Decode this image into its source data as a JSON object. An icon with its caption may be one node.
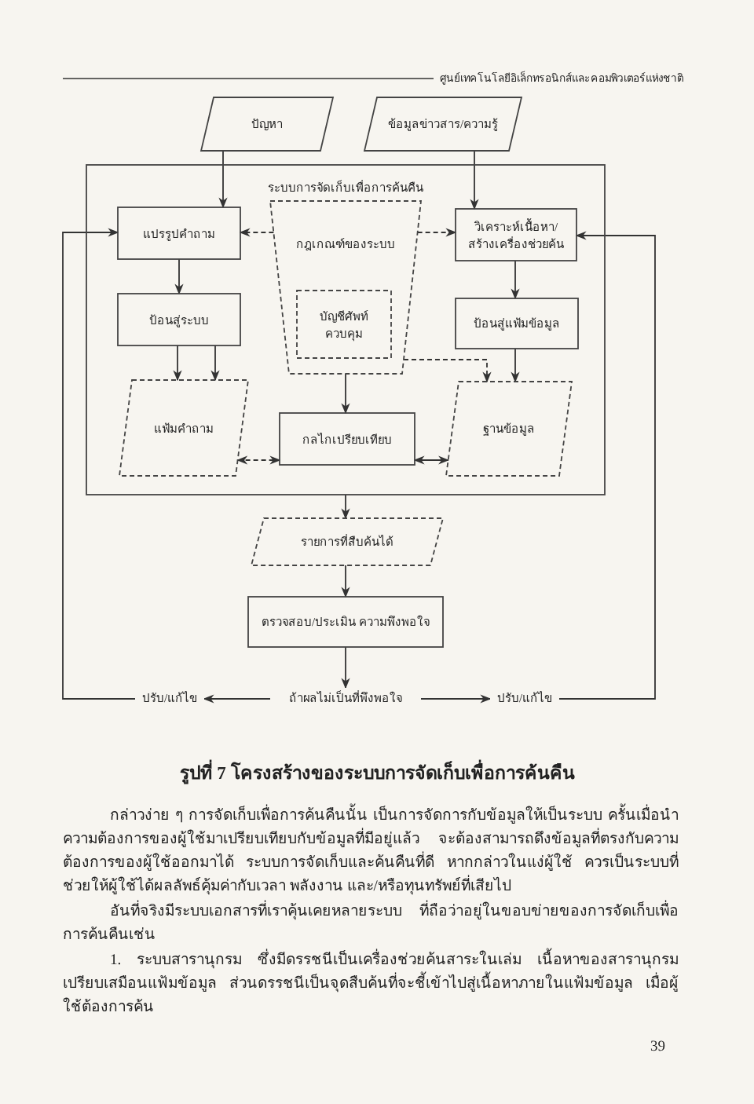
{
  "diagram": {
    "caption": "รูปที่ 7 โครงสร้างของระบบการจัดเก็บเพื่อการค้นคืน",
    "nodes": [
      {
        "text": [
          "ปัญหา"
        ]
      },
      {
        "text": [
          "ข้อมูลข่าวสาร/ความรู้"
        ]
      },
      {
        "text": [
          "ระบบการจัดเก็บเพื่อการค้นคืน"
        ]
      },
      {
        "text": [
          "แปรรูปคำถาม"
        ],
        "in": 2
      },
      {
        "text": [
          "กฎเกณฑ์ของระบบ"
        ],
        "in": 2
      },
      {
        "text": [
          "บัญชีศัพท์ควบคุม"
        ],
        "in": 4
      },
      {
        "text": [
          "วิเคราะห์เนื้อหา/ สร้างเครื่องช่วยค้น"
        ],
        "in": 2
      },
      {
        "text": [
          "ป้อนสู่ระบบ"
        ],
        "in": 2
      },
      {
        "text": [
          "ป้อนสู่แฟ้มข้อมูล"
        ],
        "in": 2
      },
      {
        "text": [
          "แฟ้มคำถาม"
        ],
        "in": 2
      },
      {
        "text": [
          "กลไกเปรียบเทียบ"
        ],
        "in": 2
      },
      {
        "text": [
          "ฐานข้อมูล"
        ],
        "in": 2
      },
      {
        "text": [
          "รายการที่สืบค้นได้"
        ]
      },
      {
        "text": [
          "ตรวจสอบ/ประเมิน ความพึงพอใจ"
        ]
      },
      {
        "text": [
          "ถ้าผลไม่เป็นที่พึงพอใจ"
        ]
      },
      {
        "text": [
          "ปรับ/แก้ไข"
        ]
      },
      {
        "text": [
          "ปรับ/แก้ไข"
        ]
      }
    ],
    "edges": [
      {
        "from": 0,
        "to": 3,
        "arrow": "to"
      },
      {
        "from": 1,
        "to": 6,
        "arrow": "to"
      },
      {
        "from": 4,
        "to": 3,
        "arrow": "to",
        "style": "dashed"
      },
      {
        "from": 4,
        "to": 6,
        "arrow": "to",
        "style": "dashed"
      },
      {
        "from": 3,
        "to": 7,
        "arrow": "to"
      },
      {
        "from": 7,
        "to": 9,
        "arrow": "to"
      },
      {
        "from": 7,
        "to": 9,
        "arrow": "to"
      },
      {
        "from": 6,
        "to": 8,
        "arrow": "to"
      },
      {
        "from": 8,
        "to": 11,
        "arrow": "to"
      },
      {
        "from": 4,
        "to": 11,
        "arrow": "to",
        "style": "dashed"
      },
      {
        "from": 4,
        "to": 10,
        "arrow": "to"
      },
      {
        "from": 9,
        "to": 10,
        "arrow": "both",
        "style": "dashed"
      },
      {
        "from": 10,
        "to": 11,
        "arrow": "both"
      },
      {
        "from": 2,
        "to": 12,
        "arrow": "to"
      },
      {
        "from": 12,
        "to": 13,
        "arrow": "to"
      },
      {
        "from": 13,
        "to": 14,
        "arrow": "to"
      },
      {
        "from": 14,
        "to": 15,
        "arrow": "to"
      },
      {
        "from": 14,
        "to": 16,
        "arrow": "to"
      },
      {
        "from": 15,
        "to": 3,
        "arrow": "to"
      },
      {
        "from": 16,
        "to": 6,
        "arrow": "to"
      }
    ],
    "labels": [
      "ศูนย์เทคโนโลยีอิเล็กทรอนิกส์และคอมพิวเตอร์แห่งชาติ",
      "กล่าวง่าย ๆ การจัดเก็บเพื่อการค้นคืนนั้น เป็นการจัดการกับข้อมูลให้เป็นระบบ ครั้นเมื่อนำความต้องการของผู้ใช้มาเปรียบเทียบกับข้อมูลที่มีอยู่แล้ว จะต้องสามารถดึงข้อมูลที่ตรงกับความต้องการของผู้ใช้ออกมาได้ ระบบการจัดเก็บและค้นคืนที่ดี หากกล่าวในแง่ผู้ใช้ ควรเป็นระบบที่ช่วยให้ผู้ใช้ได้ผลลัพธ์คุ้มค่ากับเวลา พลังงาน และ/หรือทุนทรัพย์ที่เสียไป",
      "อันที่จริงมีระบบเอกสารที่เราคุ้นเคยหลายระบบ ที่ถือว่าอยู่ในขอบข่ายของการจัดเก็บเพื่อการค้นคืนเช่น",
      "1. ระบบสารานุกรม ซึ่งมีดรรชนีเป็นเครื่องช่วยค้นสาระในเล่ม เนื้อหาของสารานุกรมเปรียบเสมือนแฟ้มข้อมูล ส่วนดรรชนีเป็นจุดสืบค้นที่จะชี้เข้าไปสู่เนื้อหาภายในแฟ้มข้อมูล เมื่อผู้ใช้ต้องการค้น",
      "39"
    ]
  }
}
